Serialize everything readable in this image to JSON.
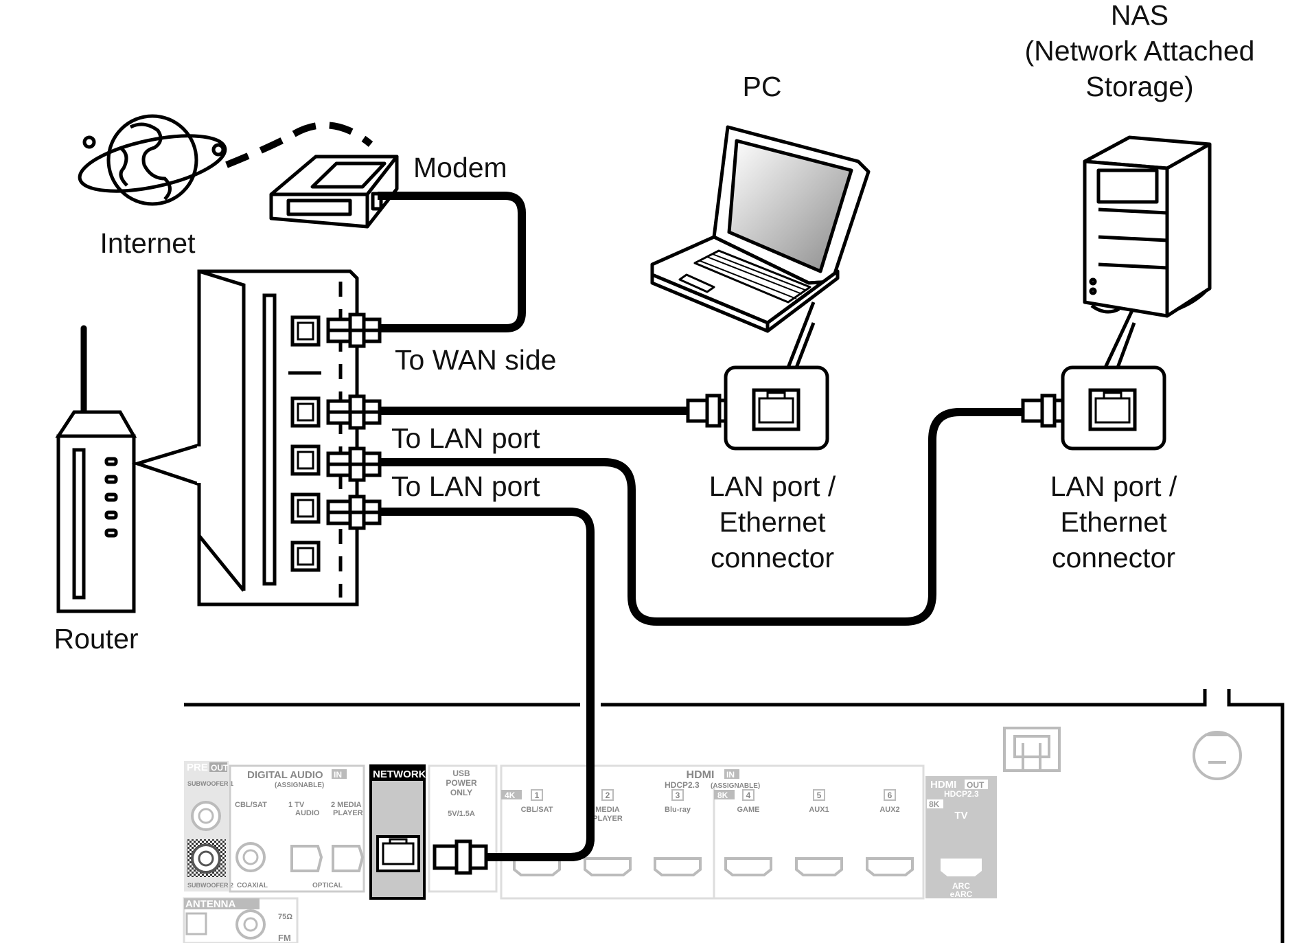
{
  "labels": {
    "nas_line1": "NAS",
    "nas_line2": "(Network Attached",
    "nas_line3": "Storage)",
    "pc": "PC",
    "modem": "Modem",
    "internet": "Internet",
    "router": "Router",
    "to_wan": "To WAN side",
    "to_lan_1": "To LAN port",
    "to_lan_2": "To LAN port",
    "pc_conn_line1": "LAN port /",
    "pc_conn_line2": "Ethernet",
    "pc_conn_line3": "connector",
    "nas_conn_line1": "LAN port /",
    "nas_conn_line2": "Ethernet",
    "nas_conn_line3": "connector"
  },
  "receiver_panel": {
    "pre_out": "PRE",
    "pre_out_badge": "OUT",
    "subwoofer1": "SUBWOOFER 1",
    "subwoofer2": "SUBWOOFER 2",
    "digital_audio": "DIGITAL AUDIO",
    "digital_audio_badge": "IN",
    "assignable": "(ASSIGNABLE)",
    "cbl_sat_digital": "CBL/SAT",
    "tv_audio_num": "1 TV",
    "tv_audio": "AUDIO",
    "media_player_num": "2 MEDIA",
    "media_player": "PLAYER",
    "coaxial": "COAXIAL",
    "optical": "OPTICAL",
    "network": "NETWORK",
    "usb_line1": "USB",
    "usb_line2": "POWER",
    "usb_line3": "ONLY",
    "usb_rating": "5V/1.5A",
    "hdmi_in": "HDMI",
    "hdmi_in_badge": "IN",
    "hdcp": "HDCP2.3",
    "hdcp_assignable": "(ASSIGNABLE)",
    "badge_4k": "4K",
    "badge_8k": "8K",
    "inputs": [
      {
        "num": "1",
        "name": "CBL/SAT"
      },
      {
        "num": "2",
        "name": "MEDIA PLAYER"
      },
      {
        "num": "3",
        "name": "Blu-ray"
      },
      {
        "num": "4",
        "name": "GAME"
      },
      {
        "num": "5",
        "name": "AUX1"
      },
      {
        "num": "6",
        "name": "AUX2"
      }
    ],
    "hdmi_out": "HDMI",
    "hdmi_out_badge": "OUT",
    "hdmi_out_hdcp": "HDCP2.3",
    "hdmi_out_8k": "8K",
    "hdmi_out_tv": "TV",
    "arc": "ARC",
    "earc": "eARC",
    "antenna": "ANTENNA",
    "ohm": "75Ω",
    "fm": "FM"
  }
}
